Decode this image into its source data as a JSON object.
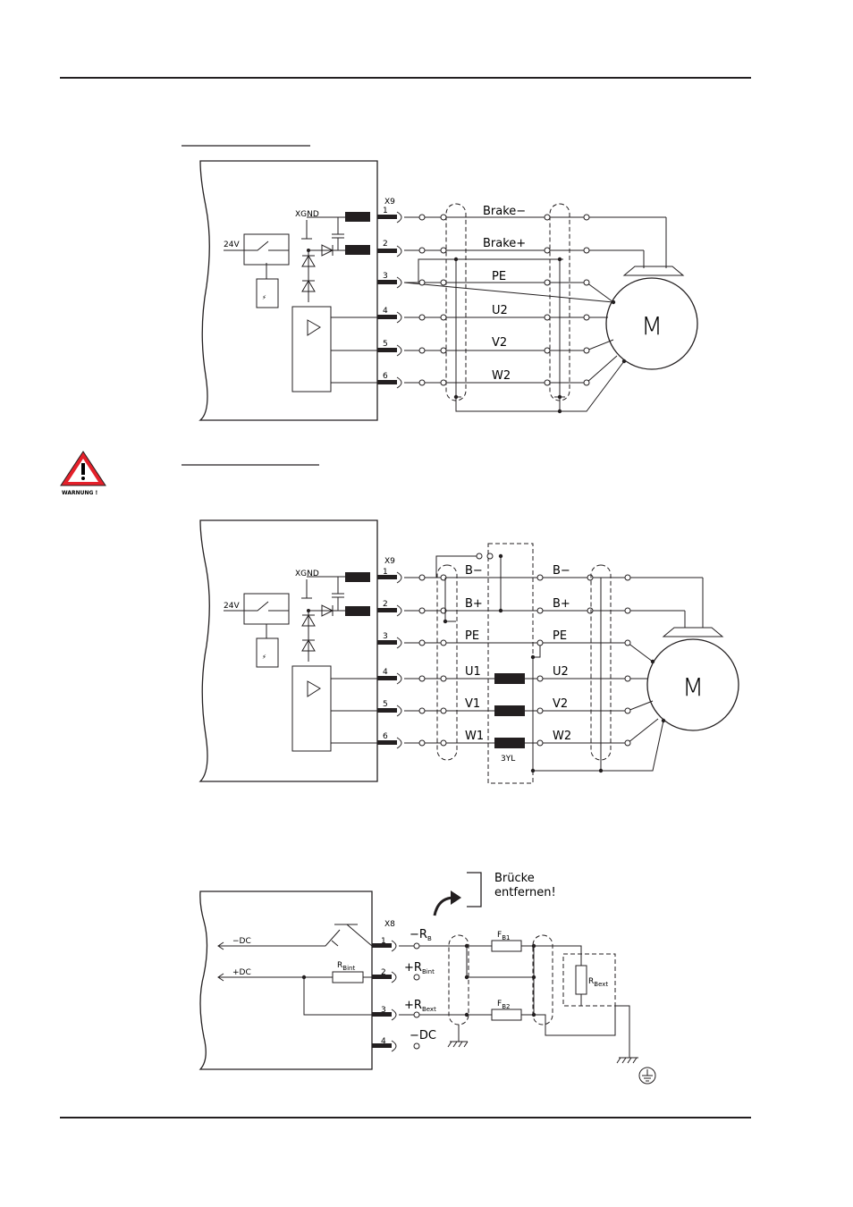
{
  "diagram1": {
    "connector": "X9",
    "xgnd": "XGND",
    "supply": "24V",
    "pins": [
      "1",
      "2",
      "3",
      "4",
      "5",
      "6"
    ],
    "signals": [
      "Brake−",
      "Brake+",
      "PE",
      "U2",
      "V2",
      "W2"
    ],
    "motor": "M"
  },
  "warning": {
    "label": "WARNUNG !"
  },
  "diagram2": {
    "connector": "X9",
    "xgnd": "XGND",
    "supply": "24V",
    "pins": [
      "1",
      "2",
      "3",
      "4",
      "5",
      "6"
    ],
    "signals_left": [
      "B−",
      "B+",
      "PE",
      "U1",
      "V1",
      "W1"
    ],
    "signals_right": [
      "B−",
      "B+",
      "PE",
      "U2",
      "V2",
      "W2"
    ],
    "choke": "3YL",
    "motor": "M"
  },
  "diagram3": {
    "connector": "X8",
    "note": [
      "Brücke",
      "entfernen!"
    ],
    "dc_minus": "−DC",
    "dc_plus": "+DC",
    "pins": [
      "1",
      "2",
      "3",
      "4"
    ],
    "pin_labels": [
      {
        "main": "−R",
        "sub": "B"
      },
      {
        "main": "+R",
        "sub": "Bint"
      },
      {
        "main": "+R",
        "sub": "Bext"
      },
      {
        "main": "−DC",
        "sub": ""
      }
    ],
    "rbint": {
      "main": "R",
      "sub": "Bint"
    },
    "fb1": {
      "main": "F",
      "sub": "B1"
    },
    "fb2": {
      "main": "F",
      "sub": "B2"
    },
    "rbext": {
      "main": "R",
      "sub": "Bext"
    }
  }
}
